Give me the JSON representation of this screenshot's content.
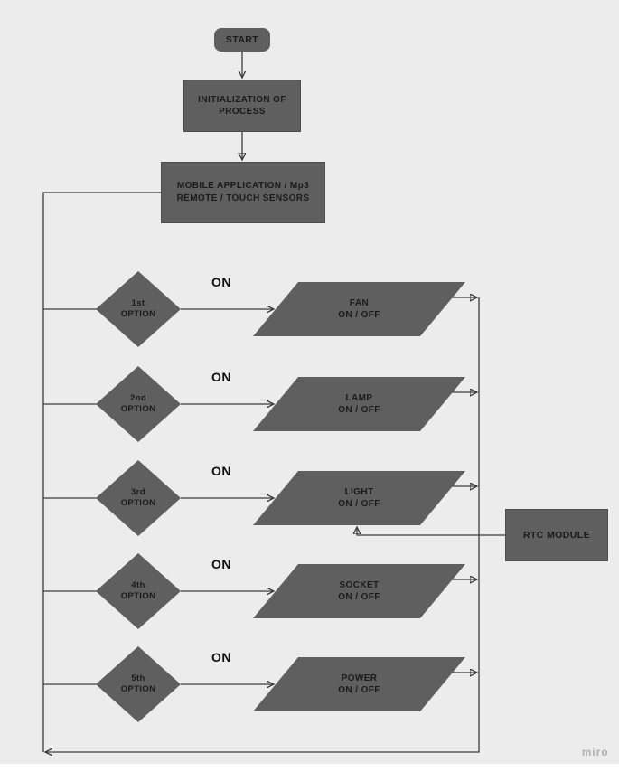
{
  "palette": {
    "background": "#ececec",
    "shape_fill": "#5f5f5f",
    "shape_border": "#4c4c4c",
    "connector_color": "#3c3c3c",
    "text_color": "#1b1b1b",
    "watermark_color": "#aeaeae"
  },
  "nodes": {
    "start": {
      "label": "START"
    },
    "init": {
      "line1": "INITIALIZATION OF",
      "line2": "PROCESS"
    },
    "input": {
      "line1": "MOBILE APPLICATION / Mp3",
      "line2": "REMOTE / TOUCH SENSORS"
    },
    "rtc": {
      "label": "RTC MODULE"
    }
  },
  "rows": [
    {
      "decision_line1": "1st",
      "decision_line2": "OPTION",
      "edge_label": "ON",
      "process_line1": "FAN",
      "process_line2": "ON / OFF"
    },
    {
      "decision_line1": "2nd",
      "decision_line2": "OPTION",
      "edge_label": "ON",
      "process_line1": "LAMP",
      "process_line2": "ON / OFF"
    },
    {
      "decision_line1": "3rd",
      "decision_line2": "OPTION",
      "edge_label": "ON",
      "process_line1": "LIGHT",
      "process_line2": "ON / OFF"
    },
    {
      "decision_line1": "4th",
      "decision_line2": "OPTION",
      "edge_label": "ON",
      "process_line1": "SOCKET",
      "process_line2": "ON / OFF"
    },
    {
      "decision_line1": "5th",
      "decision_line2": "OPTION",
      "edge_label": "ON",
      "process_line1": "POWER",
      "process_line2": "ON / OFF"
    }
  ],
  "watermark": "miro"
}
